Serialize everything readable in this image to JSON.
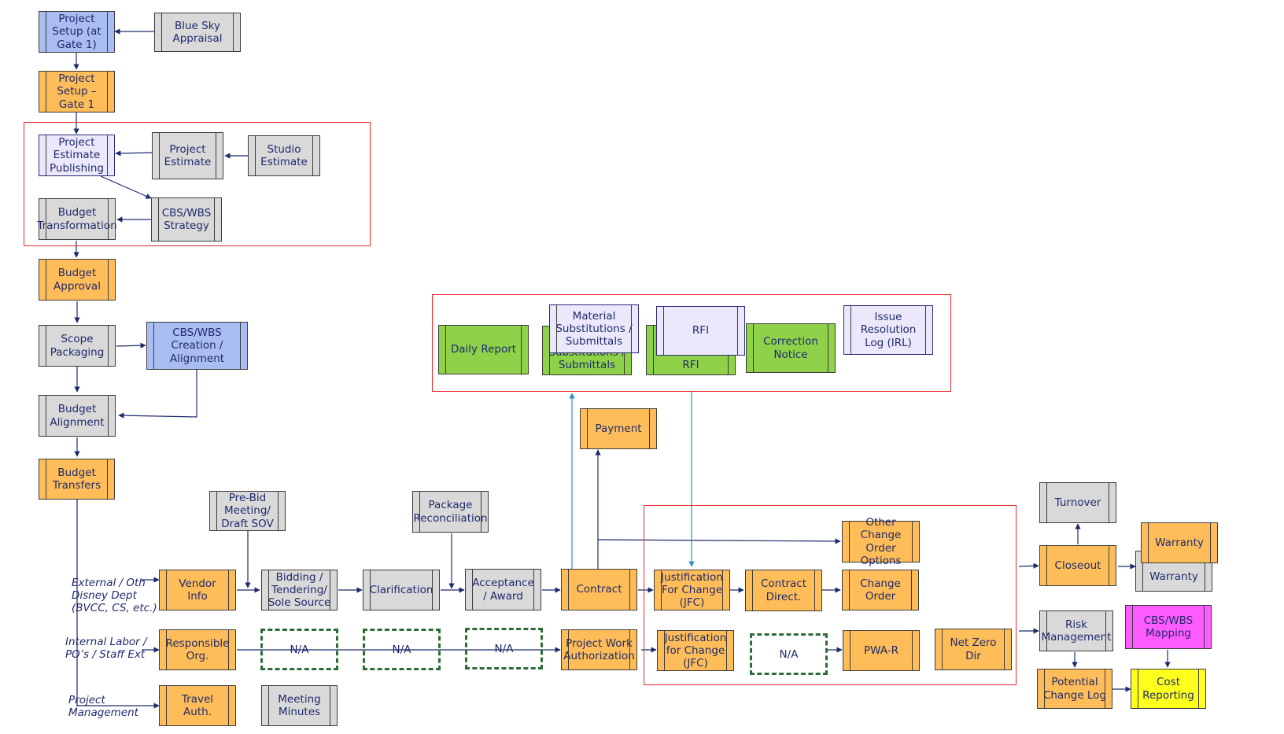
{
  "nodes": {
    "project_setup_gate1": "Project Setup (at Gate 1)",
    "blue_sky_appraisal": "Blue Sky Appraisal",
    "project_setup_dash_gate1": "Project Setup – Gate 1",
    "project_estimate_publishing": "Project Estimate Publishing",
    "project_estimate": "Project Estimate",
    "studio_estimate": "Studio Estimate",
    "budget_transformation": "Budget Transformation",
    "cbs_wbs_strategy": "CBS/WBS Strategy",
    "budget_approval": "Budget Approval",
    "scope_packaging": "Scope Packaging",
    "cbs_wbs_creation": "CBS/WBS Creation / Alignment",
    "budget_alignment": "Budget Alignment",
    "budget_transfers": "Budget Transfers",
    "pre_bid_meeting": "Pre-Bid Meeting/ Draft SOV",
    "package_reconciliation": "Package Reconciliation",
    "vendor_info": "Vendor Info",
    "bidding_tendering": "Bidding / Tendering/ Sole Source",
    "clarification": "Clarification",
    "acceptance_award": "Acceptance / Award",
    "contract": "Contract",
    "payment": "Payment",
    "responsible_org": "Responsible Org.",
    "na": "N/A",
    "project_work_authorization": "Project Work Authorization",
    "travel_auth": "Travel Auth.",
    "meeting_minutes": "Meeting Minutes",
    "daily_report": "Daily Report",
    "material_submittals_back": "Material Substitutions / Submittals",
    "material_submittals_front": "Material Substitutions / Submittals",
    "rfi_back": "RFI",
    "rfi_front": "RFI",
    "correction_notice": "Correction Notice",
    "issue_resolution_log": "Issue Resolution Log (IRL)",
    "other_change_order_options": "Other Change Order Options",
    "jfc_top": "Justification For Change (JFC)",
    "contract_direct": "Contract Direct.",
    "change_order": "Change Order",
    "jfc_bottom": "Justification for Change (JFC)",
    "pwa_r": "PWA-R",
    "net_zero_dir": "Net Zero Dir",
    "turnover": "Turnover",
    "closeout": "Closeout",
    "warranty_back": "Warranty",
    "warranty_front": "Warranty",
    "risk_management": "Risk Management",
    "cbs_wbs_mapping": "CBS/WBS Mapping",
    "potential_change_log": "Potential Change Log",
    "cost_reporting": "Cost Reporting"
  },
  "side_labels": {
    "external": "External / Oth Disney Dept (BVCC, CS, etc.)",
    "internal_labor": "Internal Labor / PO’s / Staff Ext",
    "project_management": "Project Management"
  },
  "colors": {
    "orange": "#ffbd59",
    "gray": "#d9d9d9",
    "blue": "#a9bdf2",
    "lavender": "#ece8fb",
    "green": "#8fd24a",
    "magenta": "#ff5cff",
    "yellow": "#ffff1e",
    "red_group": "#e8282e",
    "arrow_navy": "#1f2a6b",
    "arrow_cyan": "#2a8fc9",
    "dashed_green": "#2e6b36"
  }
}
